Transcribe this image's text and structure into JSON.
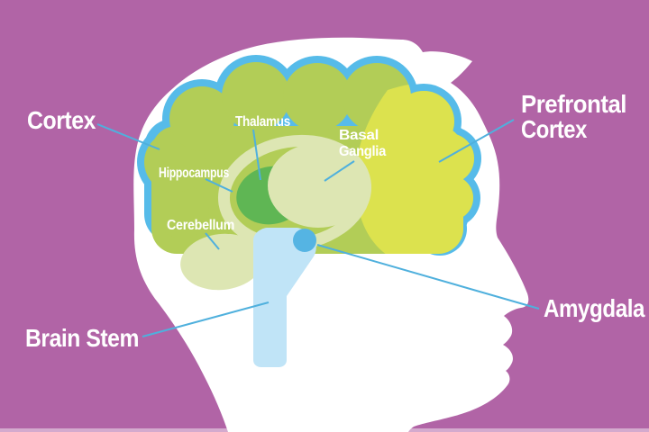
{
  "diagram": {
    "subject": "child-brain-anatomy",
    "labels": {
      "cortex": {
        "text": "Cortex"
      },
      "prefrontal_cortex": {
        "lines": [
          "Prefrontal",
          "Cortex"
        ]
      },
      "thalamus": {
        "text": "Thalamus"
      },
      "basal_ganglia": {
        "lines": [
          "Basal",
          "Ganglia"
        ]
      },
      "hippocampus": {
        "text": "Hippocampus"
      },
      "cerebellum": {
        "text": "Cerebellum"
      },
      "brain_stem": {
        "text": "Brain Stem"
      },
      "amygdala": {
        "text": "Amygdala"
      }
    }
  },
  "colors": {
    "background": "#b164a6",
    "head": "#ffffff",
    "brain_green": "#b2cd57",
    "pale_green": "#dde6b3",
    "dark_green": "#5fb654",
    "prefrontal_yellow": "#dce24e",
    "outline_blue": "#56bbe9",
    "stem_blue": "#c0e4f7",
    "amygdala_blue": "#55b4e3",
    "line_blue": "#4fb0dd",
    "label_text": "#ffffff"
  }
}
